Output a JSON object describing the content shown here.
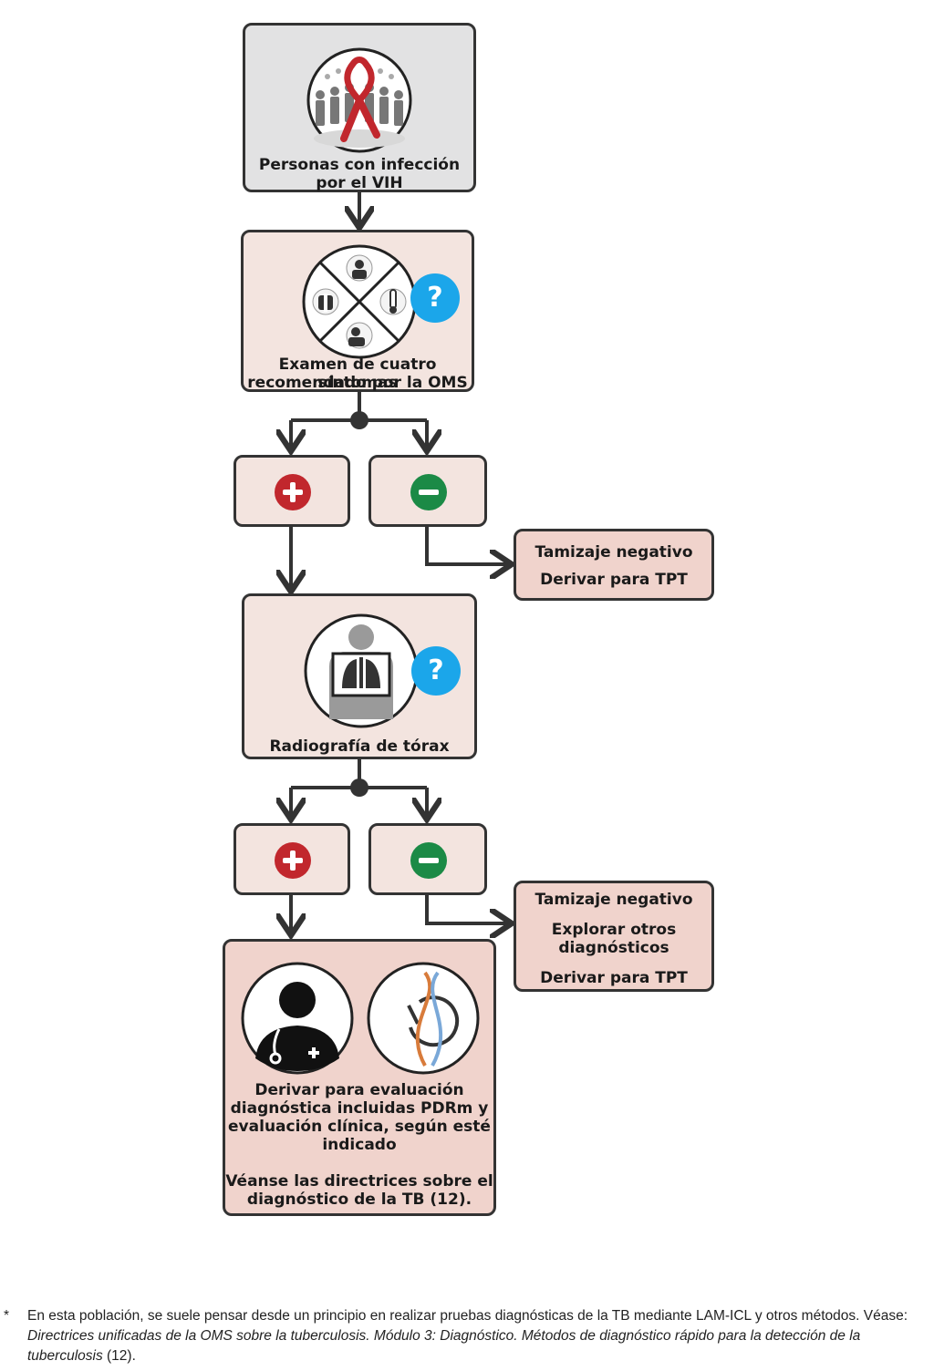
{
  "nodes": {
    "start": {
      "line1": "Personas con infección",
      "line2": "por el VIH"
    },
    "symptoms": {
      "line1": "Examen de cuatro síntomas",
      "line2": "recomendado por la OMS",
      "question": "?"
    },
    "xray": {
      "label": "Radiografía de tórax",
      "question": "?"
    },
    "neg1": {
      "line1": "Tamizaje negativo",
      "line2": "Derivar para TPT"
    },
    "neg2": {
      "line1": "Tamizaje negativo",
      "line2": "Explorar otros",
      "line3": "diagnósticos",
      "line4": "Derivar para TPT"
    },
    "final": {
      "p1_l1": "Derivar para evaluación",
      "p1_l2": "diagnóstica incluidas PDRm y",
      "p1_l3": "evaluación clínica, según esté",
      "p1_l4": "indicado",
      "p2_l1": "Véanse las directrices sobre el",
      "p2_l2": "diagnóstico de la TB (12)."
    }
  },
  "icons": [
    "hiv-ribbon-crowd-icon",
    "four-symptoms-icon",
    "chest-xray-icon",
    "doctor-icon",
    "molecular-test-dna-icon",
    "plus-icon",
    "minus-icon",
    "question-icon"
  ],
  "colors": {
    "positive": "#c1272d",
    "negative": "#1b8a46",
    "question": "#1ba6ea",
    "box_gray": "#e2e2e3",
    "box_pink": "#f3e4df",
    "box_pink_dark": "#f0d3cc"
  },
  "footnote": {
    "marker": "*",
    "text_before": "En esta población, se suele pensar desde un principio en realizar pruebas diagnósticas de la TB mediante LAM-ICL y otros métodos. Véase: ",
    "italic": "Directrices unificadas de la OMS sobre la tuberculosis. Módulo 3: Diagnóstico. Métodos de diagnóstico rápido para la detección de la tuberculosis",
    "text_after": " (12)."
  }
}
